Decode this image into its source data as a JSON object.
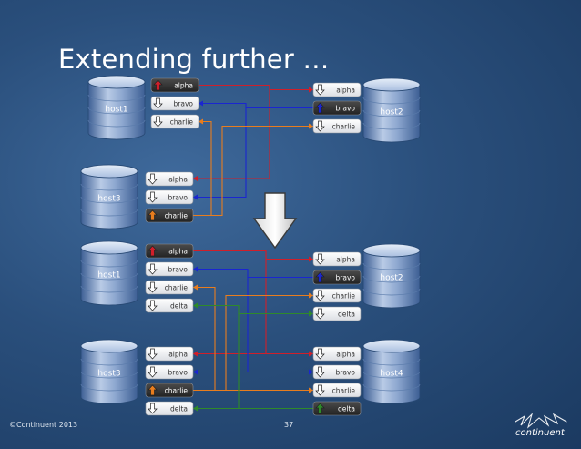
{
  "slide": {
    "title": "Extending further …",
    "footer": "©Continuent 2013",
    "page_number": "37",
    "logo_text": "continuent"
  },
  "colors": {
    "alpha": "#d01f2a",
    "bravo": "#1a26d0",
    "charlie": "#e87d1e",
    "delta": "#2f8a2a"
  },
  "diagrams": {
    "top": {
      "hosts": [
        {
          "name": "host1",
          "items": [
            {
              "label": "alpha",
              "dir": "up",
              "active": true
            },
            {
              "label": "bravo",
              "dir": "down",
              "active": false
            },
            {
              "label": "charlie",
              "dir": "down",
              "active": false
            }
          ]
        },
        {
          "name": "host2",
          "items": [
            {
              "label": "alpha",
              "dir": "down",
              "active": false
            },
            {
              "label": "bravo",
              "dir": "up",
              "active": true
            },
            {
              "label": "charlie",
              "dir": "down",
              "active": false
            }
          ]
        },
        {
          "name": "host3",
          "items": [
            {
              "label": "alpha",
              "dir": "down",
              "active": false
            },
            {
              "label": "bravo",
              "dir": "down",
              "active": false
            },
            {
              "label": "charlie",
              "dir": "up",
              "active": true
            }
          ]
        }
      ]
    },
    "bottom": {
      "hosts": [
        {
          "name": "host1",
          "items": [
            {
              "label": "alpha",
              "dir": "up",
              "active": true
            },
            {
              "label": "bravo",
              "dir": "down",
              "active": false
            },
            {
              "label": "charlie",
              "dir": "down",
              "active": false
            },
            {
              "label": "delta",
              "dir": "down",
              "active": false
            }
          ]
        },
        {
          "name": "host2",
          "items": [
            {
              "label": "alpha",
              "dir": "down",
              "active": false
            },
            {
              "label": "bravo",
              "dir": "up",
              "active": true
            },
            {
              "label": "charlie",
              "dir": "down",
              "active": false
            },
            {
              "label": "delta",
              "dir": "down",
              "active": false
            }
          ]
        },
        {
          "name": "host3",
          "items": [
            {
              "label": "alpha",
              "dir": "down",
              "active": false
            },
            {
              "label": "bravo",
              "dir": "down",
              "active": false
            },
            {
              "label": "charlie",
              "dir": "up",
              "active": true
            },
            {
              "label": "delta",
              "dir": "down",
              "active": false
            }
          ]
        },
        {
          "name": "host4",
          "items": [
            {
              "label": "alpha",
              "dir": "down",
              "active": false
            },
            {
              "label": "bravo",
              "dir": "down",
              "active": false
            },
            {
              "label": "charlie",
              "dir": "down",
              "active": false
            },
            {
              "label": "delta",
              "dir": "up",
              "active": true
            }
          ]
        }
      ]
    }
  }
}
